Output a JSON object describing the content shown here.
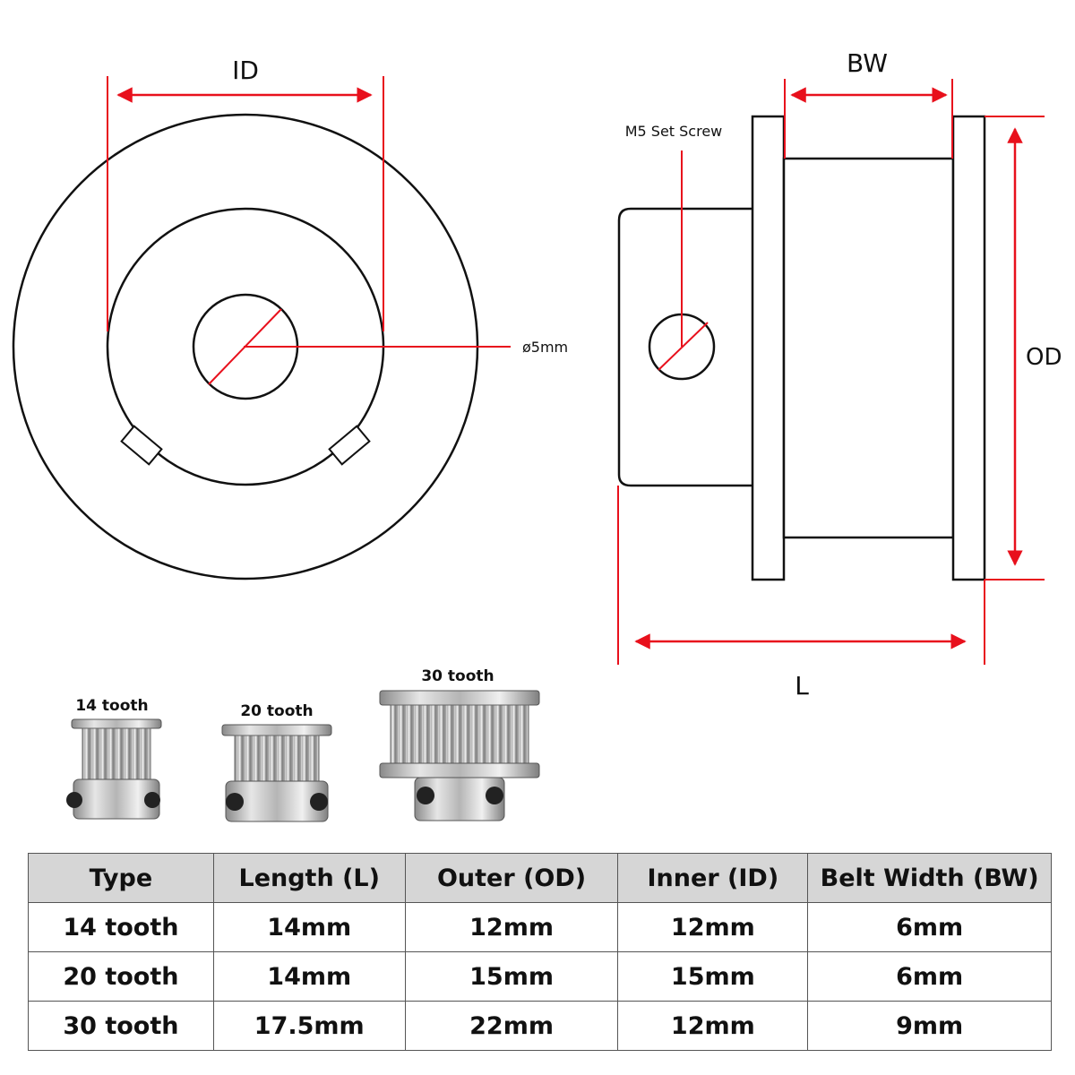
{
  "front_view": {
    "id_label": "ID",
    "bore_label": "ø5mm"
  },
  "side_view": {
    "bw_label": "BW",
    "set_screw_label": "M5 Set Screw",
    "od_label": "OD",
    "l_label": "L"
  },
  "photos": [
    {
      "label": "14 tooth"
    },
    {
      "label": "20 tooth"
    },
    {
      "label": "30 tooth"
    }
  ],
  "table": {
    "headers": [
      "Type",
      "Length (L)",
      "Outer (OD)",
      "Inner (ID)",
      "Belt Width (BW)"
    ],
    "rows": [
      [
        "14 tooth",
        "14mm",
        "12mm",
        "12mm",
        "6mm"
      ],
      [
        "20 tooth",
        "14mm",
        "15mm",
        "15mm",
        "6mm"
      ],
      [
        "30 tooth",
        "17.5mm",
        "22mm",
        "12mm",
        "9mm"
      ]
    ]
  },
  "colors": {
    "dimension": "#e8101c",
    "outline": "#111111",
    "header_bg": "#d6d6d6"
  }
}
